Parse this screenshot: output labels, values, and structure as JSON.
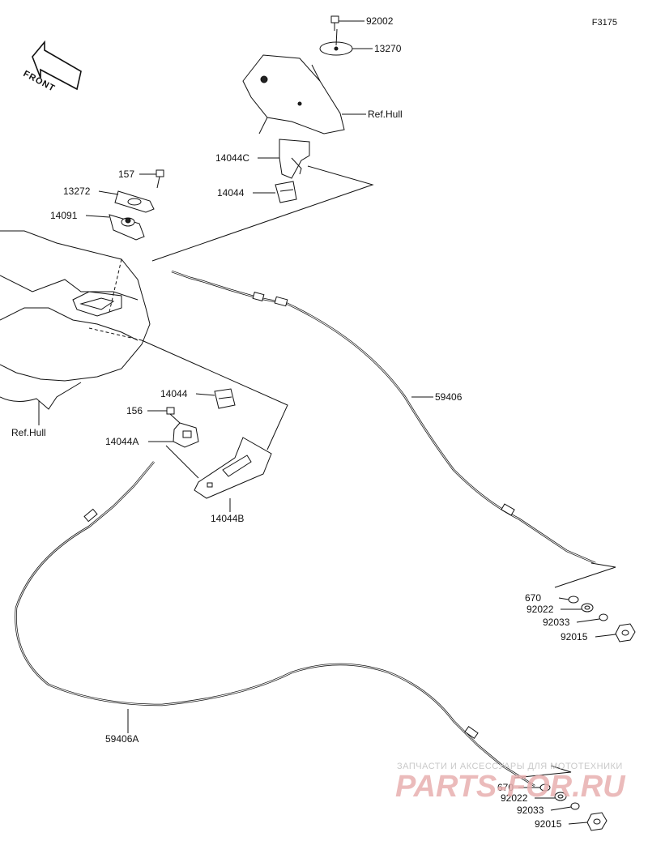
{
  "diagram_code": "F3175",
  "front_label": "FRONT",
  "labels": {
    "p92002": "92002",
    "p13270": "13270",
    "refhull_top": "Ref.Hull",
    "p14044C": "14044C",
    "p14044_top": "14044",
    "p157": "157",
    "p13272": "13272",
    "p14091": "14091",
    "p59406": "59406",
    "p14044_mid": "14044",
    "p156": "156",
    "p14044A": "14044A",
    "p14044B": "14044B",
    "refhull_left": "Ref.Hull",
    "p670_a": "670",
    "p92022_a": "92022",
    "p92033_a": "92033",
    "p92015_a": "92015",
    "p59406A": "59406A",
    "p670_b": "670",
    "p92022_b": "92022",
    "p92033_b": "92033",
    "p92015_b": "92015"
  },
  "watermark": {
    "tagline": "ЗАПЧАСТИ И АКСЕССУАРЫ ДЛЯ МОТОТЕХНИКИ",
    "brand": "PARTS-FOR.RU"
  },
  "colors": {
    "line": "#111111",
    "watermark": "#d98c8c"
  }
}
